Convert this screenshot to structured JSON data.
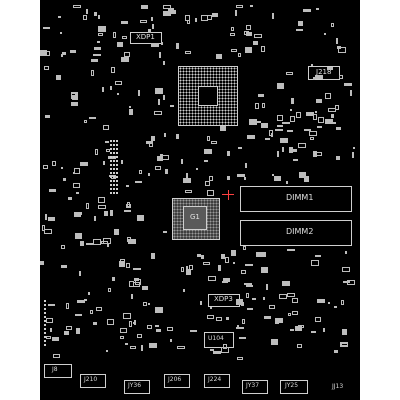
{
  "board": {
    "labels": {
      "xdp1": "XDP1",
      "j218": "J218",
      "g1": "G1",
      "dimm1": "DIMM1",
      "dimm2": "DIMM2",
      "xdp3": "XDP3",
      "u104": "U104",
      "j8": "J8",
      "j210": "J210",
      "jy36": "JY36",
      "j206": "J206",
      "j224": "J224",
      "jy37": "JY37",
      "jy25": "JY25",
      "jj13": "JJ13"
    }
  },
  "colors": {
    "page_background": "#ffffff",
    "board_background": "#000000",
    "silkscreen": "#d0d0d0",
    "chip_fill": "#3a3a3a"
  }
}
